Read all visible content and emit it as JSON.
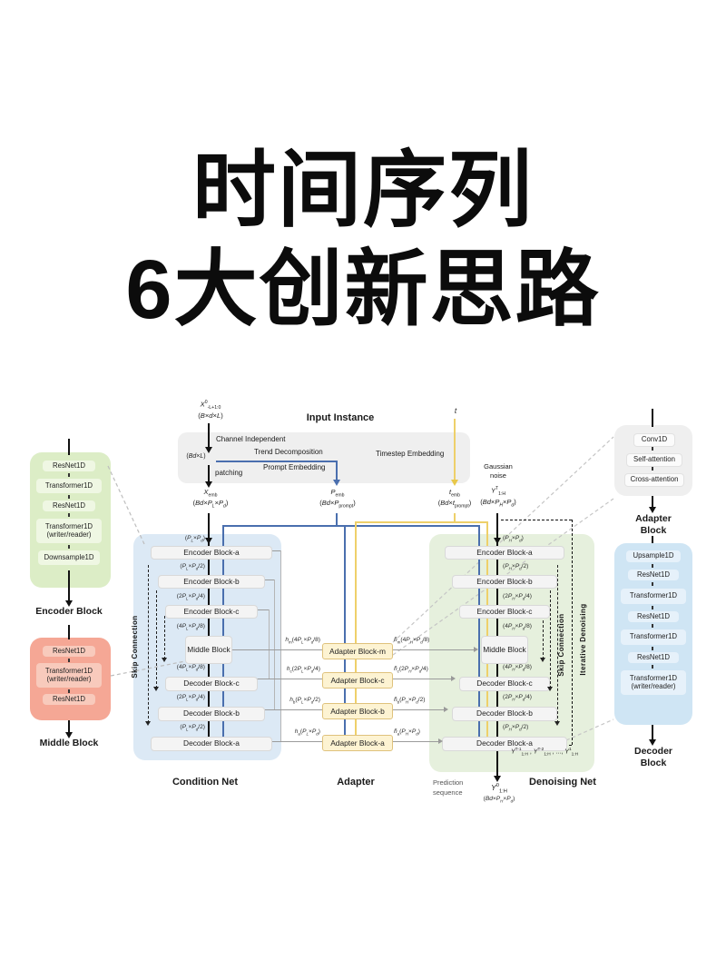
{
  "title": {
    "line1": "时间序列",
    "line2": "6大创新思路"
  },
  "colors": {
    "condition_panel": "#dce9f5",
    "denoising_panel": "#e6f0dd",
    "adapter_fill": "#fdf3d2",
    "adapter_border": "#dfc27c",
    "encoder_panel": "#dcedc6",
    "middle_panel": "#f5a795",
    "adapter_detail_panel": "#efefef",
    "decoder_detail_panel": "#cfe5f4",
    "blue_line": "#4a6fae",
    "yellow_line": "#eed06a"
  },
  "top": {
    "x0_html": "<i>X</i><sup>0</sup><sub>-L+1:0</sub><br>(<i>B</i>×<i>d</i>×<i>L</i>)",
    "input_instance": "Input Instance",
    "t_html": "<i>t</i>",
    "channel_independent": "Channel Independent",
    "bdl_html": "(<i>Bd</i>×<i>L</i>)",
    "trend_decomposition": "Trend Decomposition",
    "prompt_embedding": "Prompt Embedding",
    "timestep_embedding": "Timestep Embedding",
    "patching": "patching",
    "x_emb_html": "<i>X</i><sub>emb</sub><br>(<i>Bd</i>×<i>P<sub>L</sub></i>×<i>P<sub>d</sub></i>)",
    "p_emb_html": "<i>P</i><sub>emb</sub><br>(<i>Bd</i>×<i>P</i><sub>prompt</sub>)",
    "t_emb_html": "<i>t</i><sub>emb</sub><br>(<i>Bd</i>×<i>t</i><sub>prompt</sub>)",
    "gaussian_line1": "Gaussian",
    "gaussian_line2": "noise",
    "yT_html": "<i>Y</i><sup>T</sup><sub>1:H</sub><br>(<i>Bd</i>×<i>P<sub>H</sub></i>×<i>P<sub>d</sub></i>)"
  },
  "encoder_block_panel": {
    "label": "Encoder Block",
    "items": [
      "ResNet1D",
      "Transformer1D",
      "ResNet1D",
      "Transformer1D (writer/reader)",
      "Downsample1D"
    ]
  },
  "middle_block_panel": {
    "label": "Middle Block",
    "items": [
      "ResNet1D",
      "Transformer1D (writer/reader)",
      "ResNet1D"
    ]
  },
  "adapter_block_panel": {
    "label": "Adapter Block",
    "items": [
      "Conv1D",
      "Self-attention",
      "Cross-attention"
    ]
  },
  "decoder_block_panel": {
    "label": "Decoder Block",
    "items": [
      "Upsample1D",
      "ResNet1D",
      "Transformer1D",
      "ResNet1D",
      "Transformer1D",
      "ResNet1D",
      "Transformer1D (writer/reader)"
    ]
  },
  "condition_net": {
    "label": "Condition Net",
    "skip_connection": "Skip Connection",
    "blocks": [
      "Encoder Block-a",
      "Encoder Block-b",
      "Encoder Block-c",
      "Middle Block",
      "Decoder Block-c",
      "Decoder Block-b",
      "Decoder Block-a"
    ],
    "dims_html": [
      "(<i>P<sub>L</sub></i>×<i>P<sub>d</sub></i>)",
      "(<i>P<sub>L</sub></i>×<i>P<sub>d</sub></i>/2)",
      "(2<i>P<sub>L</sub></i>×<i>P<sub>d</sub></i>/4)",
      "(4<i>P<sub>L</sub></i>×<i>P<sub>d</sub></i>/8)",
      "(4<i>P<sub>L</sub></i>×<i>P<sub>d</sub></i>/8)",
      "(2<i>P<sub>L</sub></i>×<i>P<sub>d</sub></i>/4)",
      "(<i>P<sub>L</sub></i>×<i>P<sub>d</sub></i>/2)"
    ]
  },
  "adapter": {
    "label": "Adapter",
    "blocks": [
      "Adapter Block-m",
      "Adapter Block-c",
      "Adapter Block-b",
      "Adapter Block-a"
    ],
    "h_left_html": [
      "<i>h</i><sub>m</sub>(4<i>P<sub>L</sub></i>×<i>P<sub>d</sub></i>/8)",
      "<i>h</i><sub>c</sub>(2<i>P<sub>L</sub></i>×<i>P<sub>d</sub></i>/4)",
      "<i>h</i><sub>b</sub>(<i>P<sub>L</sub></i>×<i>P<sub>d</sub></i>/2)",
      "<i>h</i><sub>a</sub>(<i>P<sub>L</sub></i>×<i>P<sub>d</sub></i>)"
    ],
    "h_right_html": [
      "<i>h̄</i><sub>m</sub>(4<i>P<sub>H</sub></i>×<i>P<sub>d</sub></i>/8)",
      "<i>h̄</i><sub>c</sub>(2<i>P<sub>H</sub></i>×<i>P<sub>d</sub></i>/4)",
      "<i>h̄</i><sub>b</sub>(<i>P<sub>H</sub></i>×<i>P<sub>d</sub></i>/2)",
      "<i>h̄</i><sub>a</sub>(<i>P<sub>H</sub></i>×<i>P<sub>d</sub></i>)"
    ]
  },
  "denoising_net": {
    "label": "Denoising Net",
    "skip_connection": "Skip Connection",
    "iterative_denoising": "Iterative Denoising",
    "blocks": [
      "Encoder Block-a",
      "Encoder Block-b",
      "Encoder Block-c",
      "Middle Block",
      "Decoder Block-c",
      "Decoder Block-b",
      "Decoder Block-a"
    ],
    "dims_html": [
      "(<i>P<sub>H</sub></i>×<i>P<sub>d</sub></i>)",
      "(<i>P<sub>H</sub></i>×<i>P<sub>d</sub></i>/2)",
      "(2<i>P<sub>H</sub></i>×<i>P<sub>d</sub></i>/4)",
      "(4<i>P<sub>H</sub></i>×<i>P<sub>d</sub></i>/8)",
      "(4<i>P<sub>H</sub></i>×<i>P<sub>d</sub></i>/8)",
      "(2<i>P<sub>H</sub></i>×<i>P<sub>d</sub></i>/4)",
      "(<i>P<sub>H</sub></i>×<i>P<sub>d</sub></i>/2)"
    ],
    "y_seq_html": "<i>Y</i><sup>T-1</sup><sub>1:H</sub> , <i>Y</i><sup>T-2</sup><sub>1:H</sub> , ..., <i>Y</i><sup>1</sup><sub>1:H</sub>",
    "prediction_line1": "Prediction",
    "prediction_line2": "sequence",
    "y0_html": "<i>Y</i><sup>0</sup><sub>1:H</sub>",
    "y0_dim_html": "(<i>Bd</i>×<i>P<sub>H</sub></i>×<i>P<sub>d</sub></i>)"
  }
}
